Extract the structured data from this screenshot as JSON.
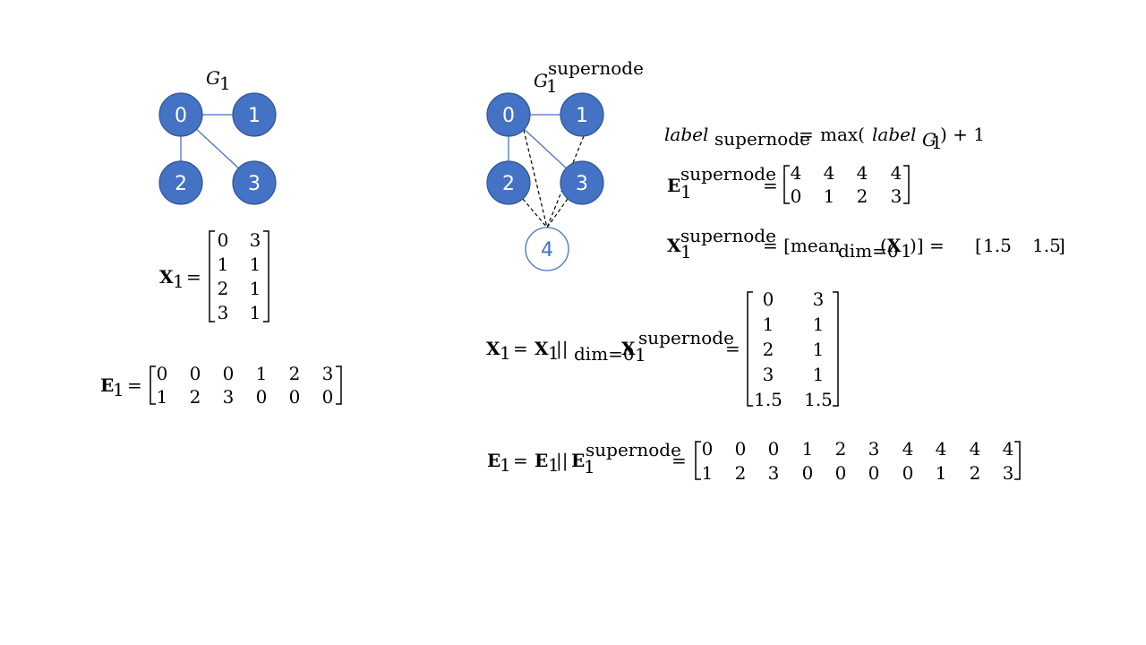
{
  "graph_g1": {
    "title": "G",
    "title_sub": "1",
    "nodes": [
      "0",
      "1",
      "2",
      "3"
    ]
  },
  "graph_super": {
    "title": "G",
    "title_sub": "1",
    "title_sup": "supernode",
    "nodes": [
      "0",
      "1",
      "2",
      "3"
    ],
    "supernode": "4"
  },
  "colors": {
    "node_fill": "#4472c4",
    "node_stroke": "#2f5597",
    "edge": "#4472c4",
    "dashed_edge": "#000000",
    "supernode_stroke": "#4472c4"
  },
  "x1_matrix": {
    "symbol": "X",
    "sub": "1",
    "rows": [
      [
        "0",
        "3"
      ],
      [
        "1",
        "1"
      ],
      [
        "2",
        "1"
      ],
      [
        "3",
        "1"
      ]
    ]
  },
  "e1_matrix": {
    "symbol": "E",
    "sub": "1",
    "rows": [
      [
        "0",
        "0",
        "0",
        "1",
        "2",
        "3"
      ],
      [
        "1",
        "2",
        "3",
        "0",
        "0",
        "0"
      ]
    ]
  },
  "label_eq": {
    "lhs": "label",
    "lhs_sub": "supernode",
    "eq": "=",
    "max": "max(",
    "rhs": "label",
    "rhs_sub": "G",
    "rhs_sub_sub": "1",
    "plus": ") + 1"
  },
  "e_super": {
    "symbol": "E",
    "sub": "1",
    "sup": "supernode",
    "eq": "=",
    "rows": [
      [
        "4",
        "4",
        "4",
        "4"
      ],
      [
        "0",
        "1",
        "2",
        "3"
      ]
    ]
  },
  "x_super": {
    "symbol": "X",
    "sub": "1",
    "sup": "supernode",
    "eq": "= [mean",
    "mean_sub": "dim=0",
    "arg_open": "(",
    "arg": "X",
    "arg_sub": "1",
    "arg_close": ")] =",
    "values": [
      "1.5",
      "1.5"
    ]
  },
  "x_concat": {
    "lhs": "X",
    "lhs_sub": "1",
    "eq": "=",
    "a": "X",
    "a_sub": "1",
    "op": "||",
    "op_sub": "dim=0",
    "b": "X",
    "b_sub": "1",
    "b_sup": "supernode",
    "eq2": "=",
    "rows": [
      [
        "0",
        "3"
      ],
      [
        "1",
        "1"
      ],
      [
        "2",
        "1"
      ],
      [
        "3",
        "1"
      ],
      [
        "1.5",
        "1.5"
      ]
    ]
  },
  "e_concat": {
    "lhs": "E",
    "lhs_sub": "1",
    "eq": "=",
    "a": "E",
    "a_sub": "1",
    "op": "||",
    "b": "E",
    "b_sub": "1",
    "b_sup": "supernode",
    "eq2": "=",
    "rows": [
      [
        "0",
        "0",
        "0",
        "1",
        "2",
        "3",
        "4",
        "4",
        "4",
        "4"
      ],
      [
        "1",
        "2",
        "3",
        "0",
        "0",
        "0",
        "0",
        "1",
        "2",
        "3"
      ]
    ]
  }
}
